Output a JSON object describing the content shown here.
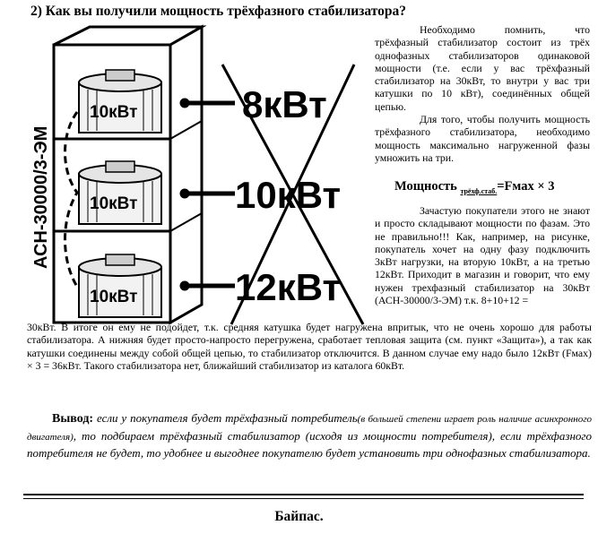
{
  "heading": "2) Как вы получили мощность трёхфазного стабилизатора?",
  "figure": {
    "model_label": "АСН-30000/3-ЭМ",
    "coil_labels": [
      "10кВт",
      "10кВт",
      "10кВт"
    ],
    "load_labels": [
      "8кВт",
      "10кВт",
      "12кВт"
    ]
  },
  "para1": "Необходимо помнить, что трёхфазный стабилизатор состоит из трёх однофазных стабилизаторов одинаковой мощности (т.е. если у вас трёхфазный стабилизатор на 30кВт, то внутри у вас три катушки по 10 кВт), соединённых общей цепью.",
  "para2": "Для того, чтобы получить мощность трёхфазного стабилизатора, необходимо мощность максимально нагруженной фазы умножить на три.",
  "formula": {
    "lead": "Мощность",
    "subscript": "трёхф.стаб.",
    "rest": "=Fмах × 3"
  },
  "para3": "Зачастую покупатели этого не знают и просто складывают мощности по фазам. Это не правильно!!! Как, например, на рисунке, покупатель хочет на одну фазу подключить 3кВт нагрузки, на вторую 10кВт, а на третью 12кВт. Приходит в магазин и говорит, что ему нужен трехфазный стабилизатор на 30кВт (АСН-30000/3-ЭМ) т.к. 8+10+12 =",
  "para4": "30кВт. В итоге он ему не подойдет, т.к. средняя катушка будет нагружена впритык, что не очень хорошо для работы стабилизатора. А нижняя будет просто-напросто перегружена, сработает тепловая защита (см. пункт «Защита»), а так как катушки соединены между собой общей цепью, то стабилизатор отключится. В данном случае ему надо было 12кВт (Fмах) × 3 = 36кВт. Такого стабилизатора нет, ближайший стабилизатор из каталога 60кВт.",
  "conclusion": {
    "lead": "Вывод:",
    "part1": " если у покупателя будет трёхфазный потребитель",
    "small": "(в большей степени играет роль наличие асинхронного двигателя)",
    "part2": ", то подбираем трёхфазный стабилизатор (исходя из мощности потребителя), если трёхфазного потребителя не будет, то удобнее и выгоднее покупателю будет установить три однофазных стабилизатора."
  },
  "footer": "Байпас."
}
